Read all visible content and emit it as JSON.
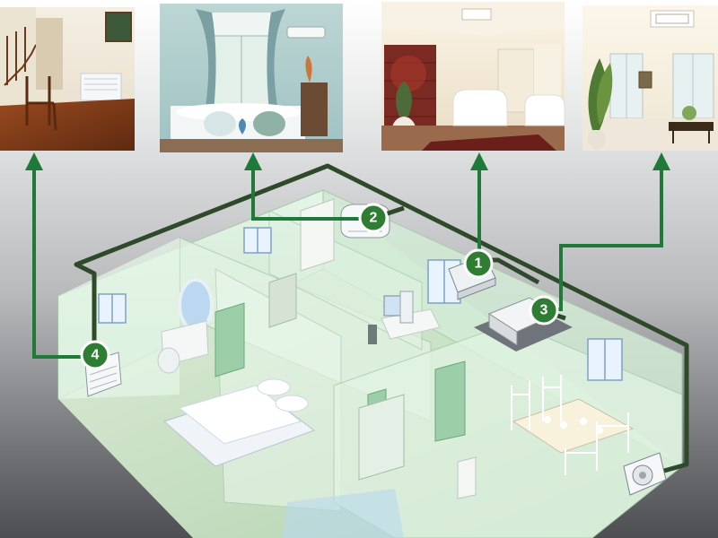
{
  "units": [
    {
      "number": "1"
    },
    {
      "number": "2"
    },
    {
      "number": "3"
    },
    {
      "number": "4"
    }
  ],
  "photos": [
    {
      "name": "hallway-floor-console-photo"
    },
    {
      "name": "living-room-wall-mounted-photo"
    },
    {
      "name": "lounge-ceiling-concealed-photo"
    },
    {
      "name": "dining-ceiling-cassette-photo"
    }
  ],
  "colors": {
    "pipe": "#2f4a2a",
    "arrow": "#1f7a3a",
    "badge": "#2e7d32",
    "glass": "#d9f0df",
    "floor": "#cfe9c9"
  }
}
